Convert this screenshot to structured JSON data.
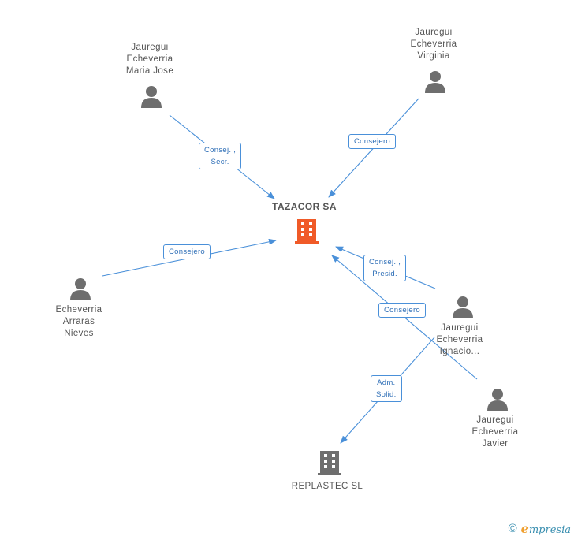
{
  "nodes": {
    "main_company": {
      "name": "TAZACOR SA",
      "color": "#f05a28"
    },
    "replastec": {
      "name": "REPLASTEC SL",
      "color": "#6e6e6e"
    },
    "maria_jose": {
      "name": "Jauregui\nEcheverria\nMaria Jose"
    },
    "virginia": {
      "name": "Jauregui\nEcheverria\nVirginia"
    },
    "nieves": {
      "name": "Echeverria\nArraras\nNieves"
    },
    "ignacio": {
      "name": "Jauregui\nEcheverria\nIgnacio..."
    },
    "javier": {
      "name": "Jauregui\nEcheverria\nJavier"
    }
  },
  "edges": {
    "maria_jose": "Consej. ,\nSecr.",
    "virginia": "Consejero",
    "nieves": "Consejero",
    "ignacio_presid": "Consej. ,\nPresid.",
    "javier": "Consejero",
    "ignacio_adm": "Adm.\nSolid."
  },
  "colors": {
    "edge": "#4a90d9",
    "person": "#6e6e6e",
    "main_company": "#f05a28",
    "company": "#6e6e6e"
  },
  "footer": {
    "copyright_symbol": "©",
    "brand_initial": "e",
    "brand_rest": "mpresia"
  }
}
